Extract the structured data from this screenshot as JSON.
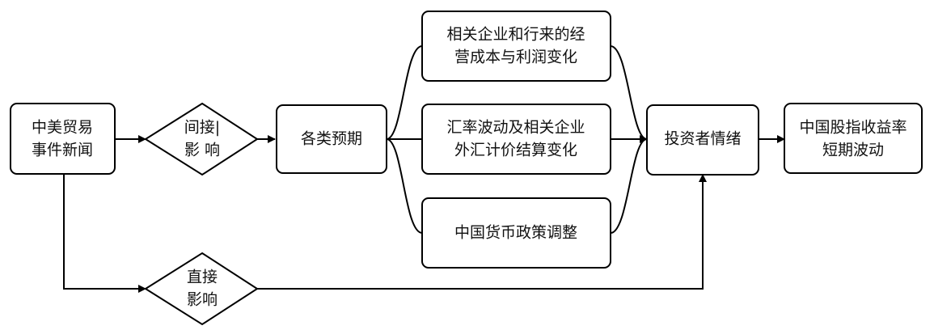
{
  "nodes": {
    "news": {
      "line1": "中美贸易",
      "line2": "事件新闻"
    },
    "indirect": {
      "line1": "间接|",
      "line2": "影 响"
    },
    "expectations": {
      "line1": "各类预期"
    },
    "costs": {
      "line1": "相关企业和行来的经",
      "line2": "营成本与利润变化"
    },
    "fx": {
      "line1": "汇率波动及相关企业",
      "line2": "外汇计价结算变化"
    },
    "policy": {
      "line1": "中国货币政策调整"
    },
    "sentiment": {
      "line1": "投资者情绪"
    },
    "returns": {
      "line1": "中国股指收益率",
      "line2": "短期波动"
    },
    "direct": {
      "line1": "直接",
      "line2": "影响"
    }
  }
}
